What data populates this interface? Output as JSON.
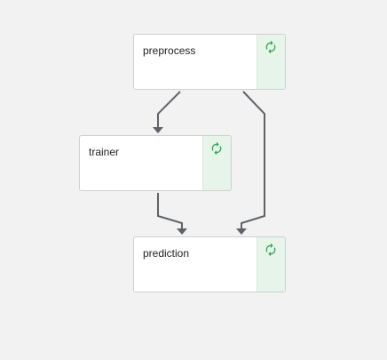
{
  "pipeline": {
    "nodes": [
      {
        "id": "preprocess",
        "label": "preprocess",
        "status": "running",
        "status_icon": "refresh-icon"
      },
      {
        "id": "trainer",
        "label": "trainer",
        "status": "running",
        "status_icon": "refresh-icon"
      },
      {
        "id": "prediction",
        "label": "prediction",
        "status": "running",
        "status_icon": "refresh-icon"
      }
    ],
    "edges": [
      {
        "from": "preprocess",
        "to": "trainer"
      },
      {
        "from": "preprocess",
        "to": "prediction"
      },
      {
        "from": "trainer",
        "to": "prediction"
      }
    ]
  },
  "colors": {
    "background": "#f2f2f2",
    "node_border": "#cfcfcf",
    "status_bg": "#e6f4ea",
    "status_icon": "#34a853",
    "edge": "#5f6368"
  }
}
